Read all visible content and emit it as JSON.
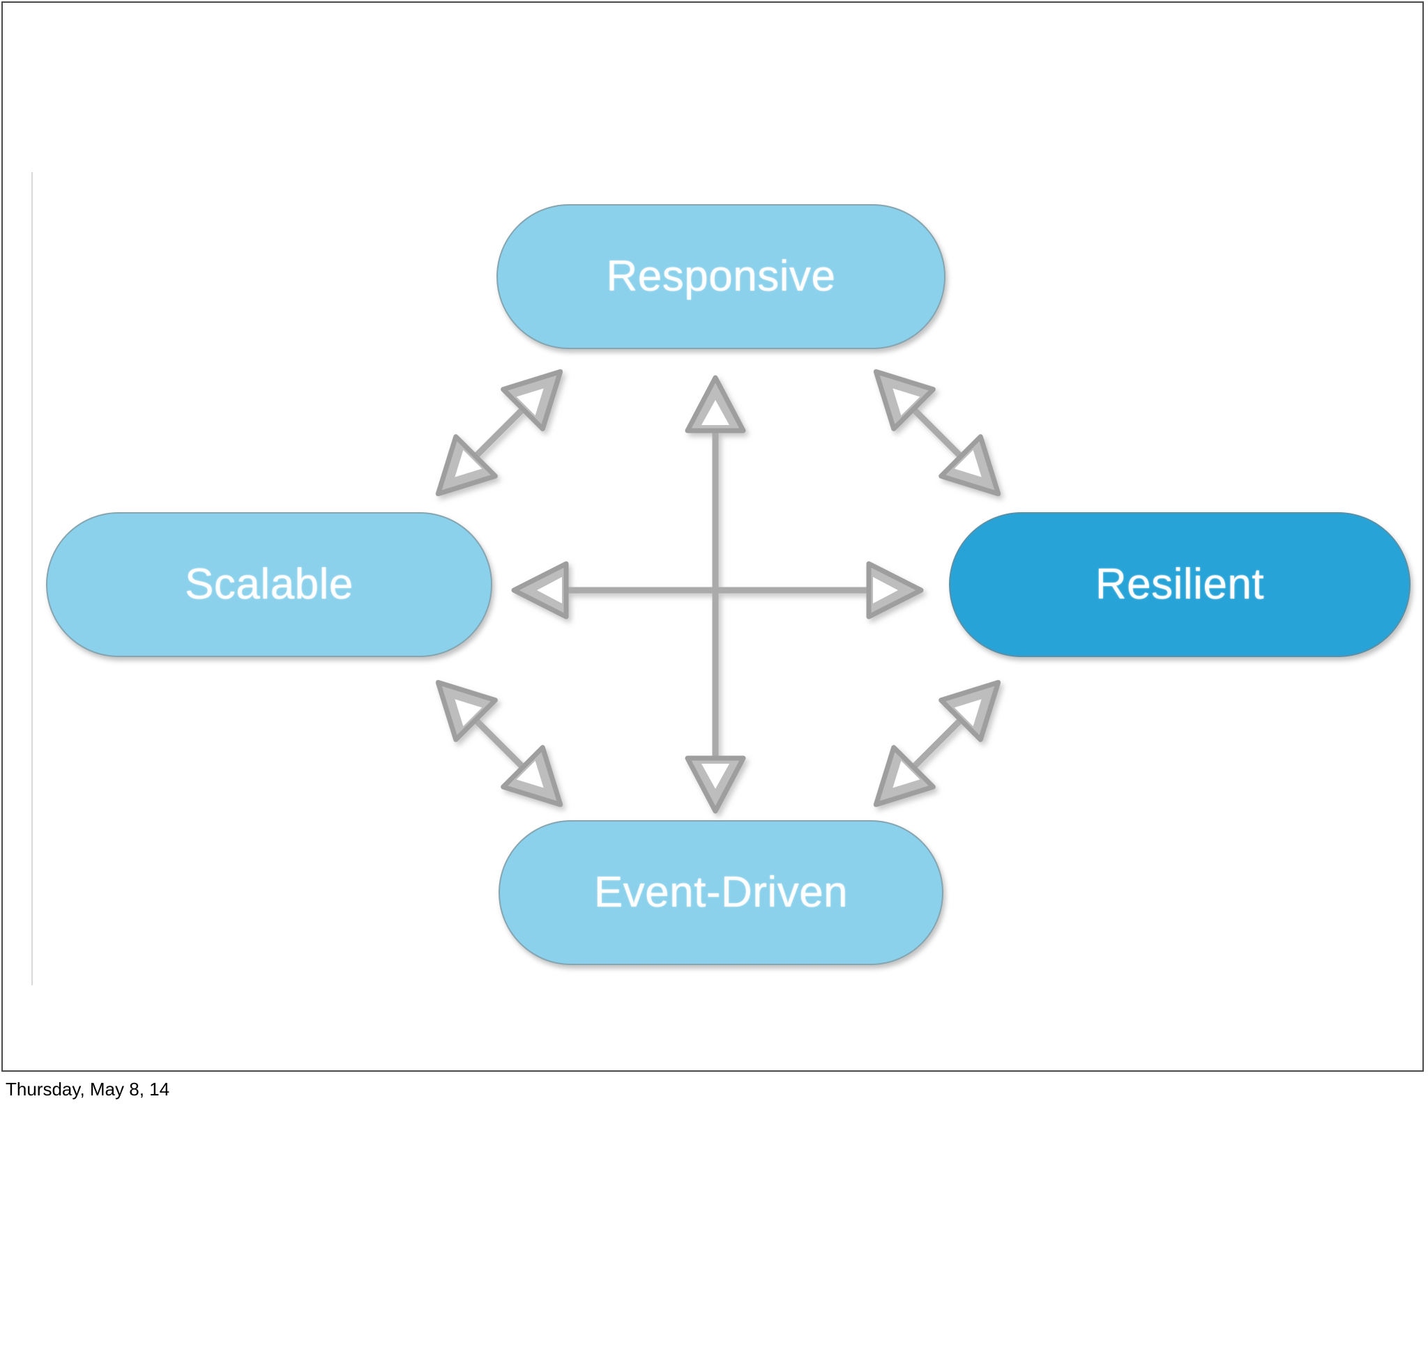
{
  "slide": {
    "footer_text": "Thursday, May 8, 14",
    "background_color": "#ffffff",
    "frame_border_color": "#4a4a4a",
    "guide_line_color": "#d8d8d8"
  },
  "diagram": {
    "type": "relationship-diagram",
    "title": "",
    "palette": {
      "node_light_blue": "#8BD1EC",
      "node_dark_blue": "#27A3D8",
      "node_label_color": "#ffffff",
      "node_border_color": "#828282",
      "arrow_color": "#9e9e9e",
      "arrow_outline_color": "#b8b8b8"
    },
    "nodes": [
      {
        "id": "responsive",
        "label": "Responsive",
        "position": "top",
        "fill": "#8BD1EC",
        "highlighted": false
      },
      {
        "id": "scalable",
        "label": "Scalable",
        "position": "left",
        "fill": "#8BD1EC",
        "highlighted": false
      },
      {
        "id": "resilient",
        "label": "Resilient",
        "position": "right",
        "fill": "#27A3D8",
        "highlighted": true
      },
      {
        "id": "event-driven",
        "label": "Event-Driven",
        "position": "bottom",
        "fill": "#8BD1EC",
        "highlighted": false
      }
    ],
    "connectors": [
      {
        "id": "responsive-event-driven",
        "from": "responsive",
        "to": "event-driven",
        "style": "double-headed",
        "orientation": "vertical"
      },
      {
        "id": "scalable-resilient",
        "from": "scalable",
        "to": "resilient",
        "style": "double-headed",
        "orientation": "horizontal"
      },
      {
        "id": "scalable-responsive",
        "from": "scalable",
        "to": "responsive",
        "style": "double-headed",
        "orientation": "diagonal-up-right"
      },
      {
        "id": "responsive-resilient",
        "from": "responsive",
        "to": "resilient",
        "style": "double-headed",
        "orientation": "diagonal-down-right"
      },
      {
        "id": "scalable-event-driven",
        "from": "scalable",
        "to": "event-driven",
        "style": "double-headed",
        "orientation": "diagonal-down-right"
      },
      {
        "id": "event-driven-resilient",
        "from": "event-driven",
        "to": "resilient",
        "style": "double-headed",
        "orientation": "diagonal-up-right"
      }
    ]
  }
}
